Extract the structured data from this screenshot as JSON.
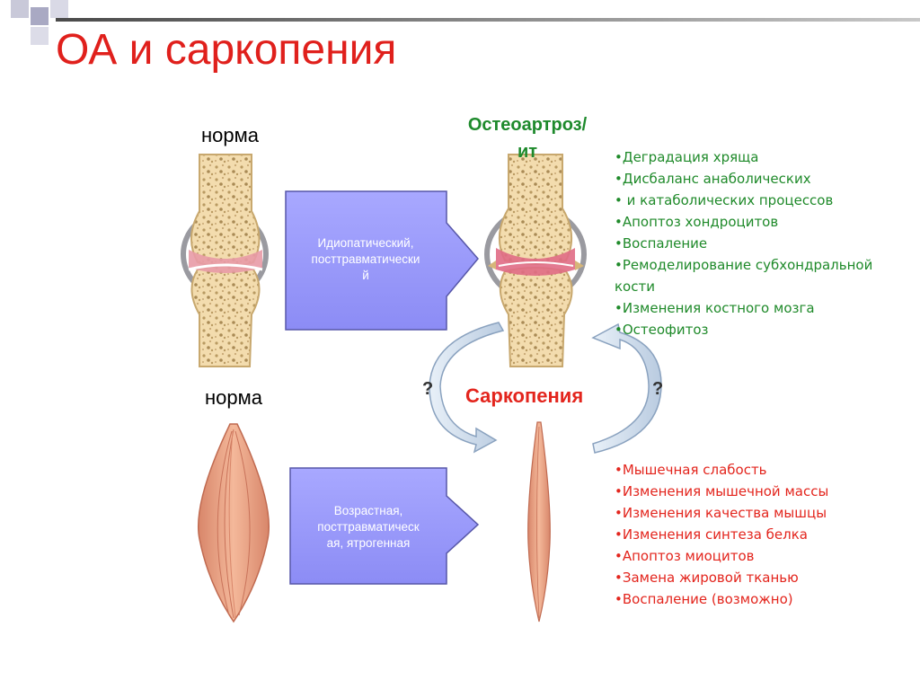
{
  "slide": {
    "title": "ОА и саркопения",
    "norm_top": "норма",
    "norm_bottom": "норма",
    "oa_title_line1": "Остеоартроз/",
    "oa_title_line2": "ит",
    "sarcopenia_title": "Саркопения",
    "question_left": "?",
    "question_right": "?",
    "arrow_oa": {
      "line1": "Идиопатический,",
      "line2": "посттравматически",
      "line3": "й"
    },
    "arrow_sarc": {
      "line1": "Возрастная,",
      "line2": "посттравматическ",
      "line3": "ая, ятрогенная"
    },
    "oa_features": [
      "•Деградация хряща",
      "•Дисбаланс анаболических",
      "• и катаболических процессов",
      "•Апоптоз хондроцитов",
      "•Воспаление",
      "•Ремоделирование субхондральной",
      "кости",
      "•Изменения костного мозга",
      "•Остеофитоз"
    ],
    "sarc_features": [
      "•Мышечная слабость",
      "•Изменения мышечной массы",
      "•Изменения качества мышцы",
      "•Изменения синтеза белка",
      "•Апоптоз миоцитов",
      "•Замена жировой тканью",
      "•Воспаление (возможно)"
    ],
    "colors": {
      "title": "#e0201c",
      "oa_text": "#1f8a2a",
      "sarc_text": "#e3251d",
      "arrow_fill": "#9999ff",
      "bone": "#f3dcae",
      "cartilage": "#e89aa6",
      "muscle": "#eca585"
    }
  }
}
